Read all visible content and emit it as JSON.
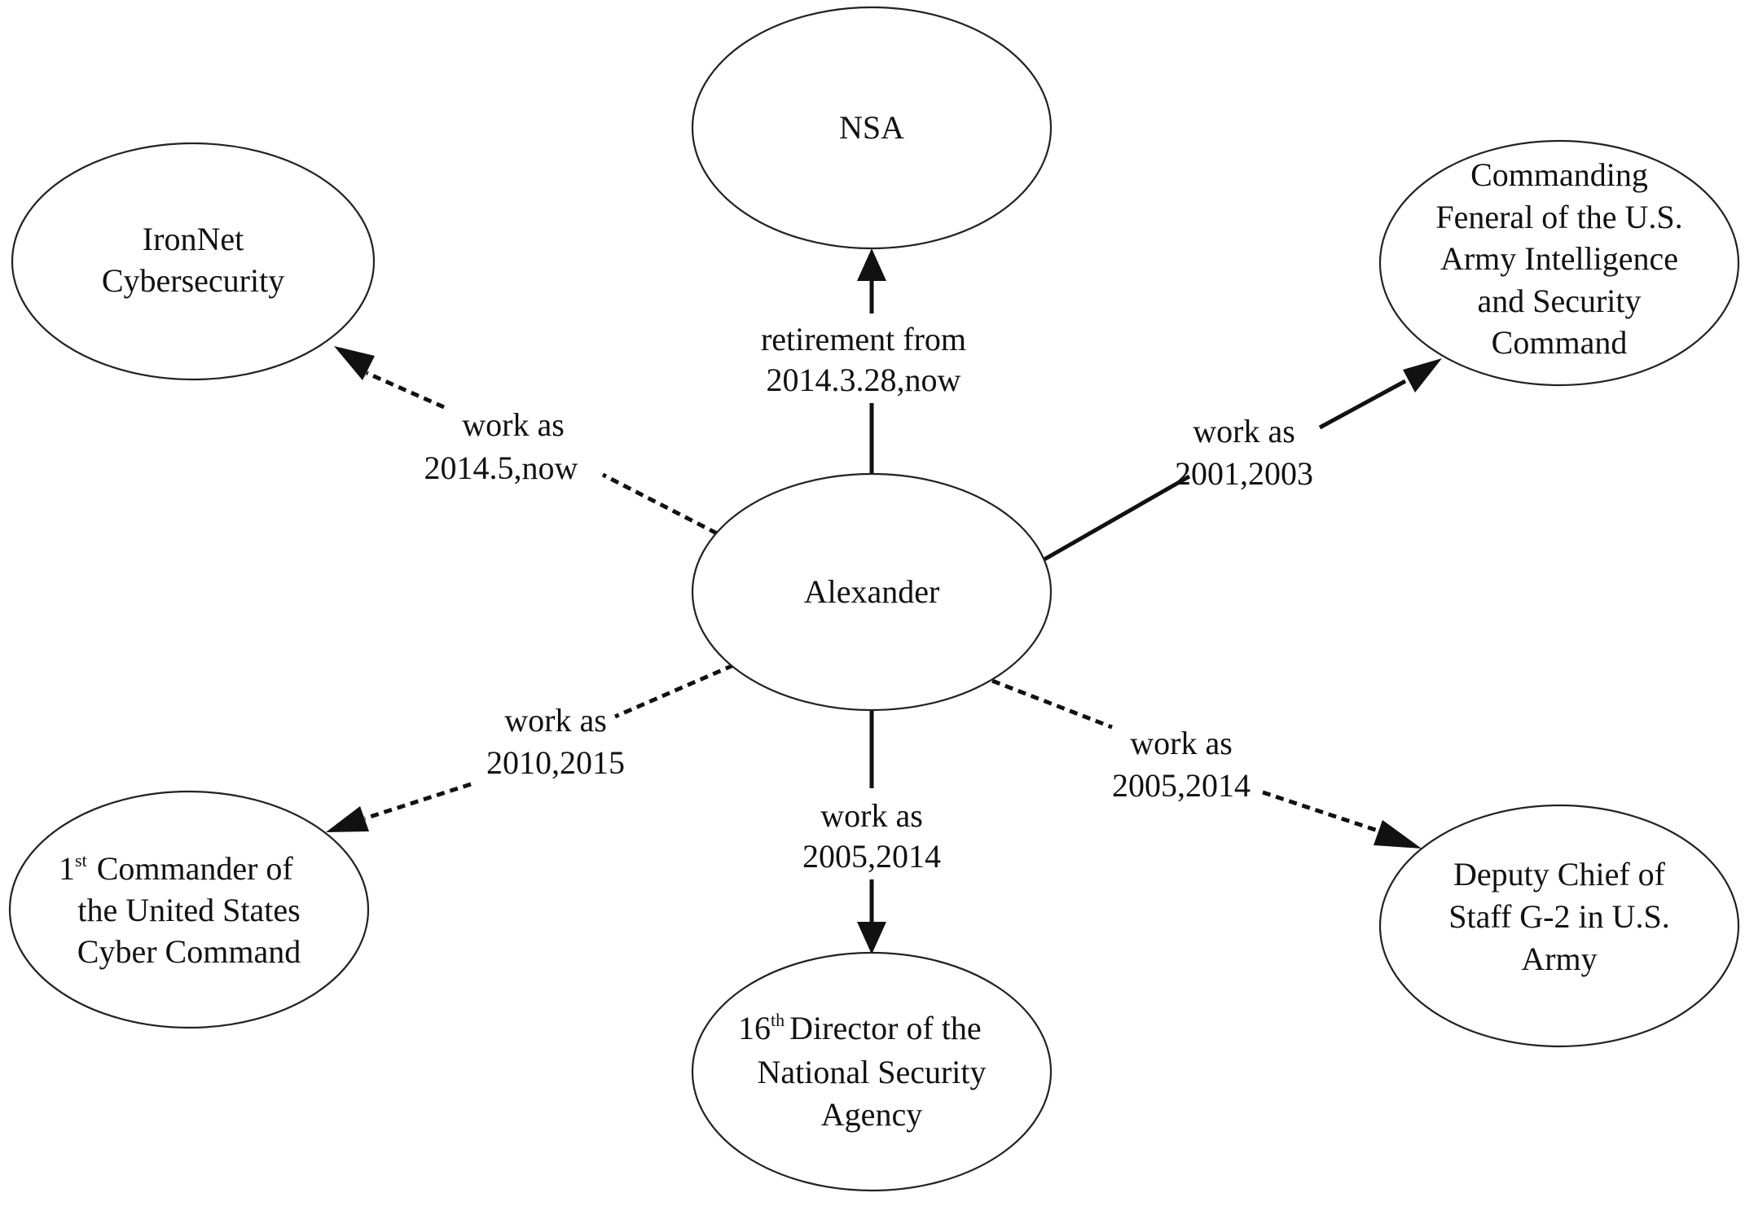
{
  "diagram": {
    "nodes": {
      "center": {
        "lines": [
          "Alexander"
        ]
      },
      "nsa": {
        "lines": [
          "NSA"
        ]
      },
      "ironnet": {
        "lines": [
          "IronNet",
          "Cybersecurity"
        ]
      },
      "inscom": {
        "lines": [
          "Commanding",
          "Feneral of the U.S.",
          "Army Intelligence",
          "and Security",
          "Command"
        ]
      },
      "cybercom": {
        "sup": "st",
        "lines": [
          "1",
          "Commander of",
          "the United States",
          "Cyber Command"
        ]
      },
      "director": {
        "sup": "th",
        "lines": [
          "16",
          "Director of the",
          "National Security",
          "Agency"
        ]
      },
      "deputy": {
        "lines": [
          "Deputy Chief of",
          "Staff G-2 in U.S.",
          "Army"
        ]
      }
    },
    "edges": {
      "nsa": {
        "style": "solid",
        "lines": [
          "retirement from",
          "2014.3.28,now"
        ]
      },
      "ironnet": {
        "style": "dashed",
        "lines": [
          "work as",
          "2014.5,now"
        ]
      },
      "inscom": {
        "style": "solid",
        "lines": [
          "work as",
          "2001,2003"
        ]
      },
      "cybercom": {
        "style": "dashed",
        "lines": [
          "work as",
          "2010,2015"
        ]
      },
      "director": {
        "style": "solid",
        "lines": [
          "work as",
          "2005,2014"
        ]
      },
      "deputy": {
        "style": "dashed",
        "lines": [
          "work as",
          "2005,2014"
        ]
      }
    }
  }
}
